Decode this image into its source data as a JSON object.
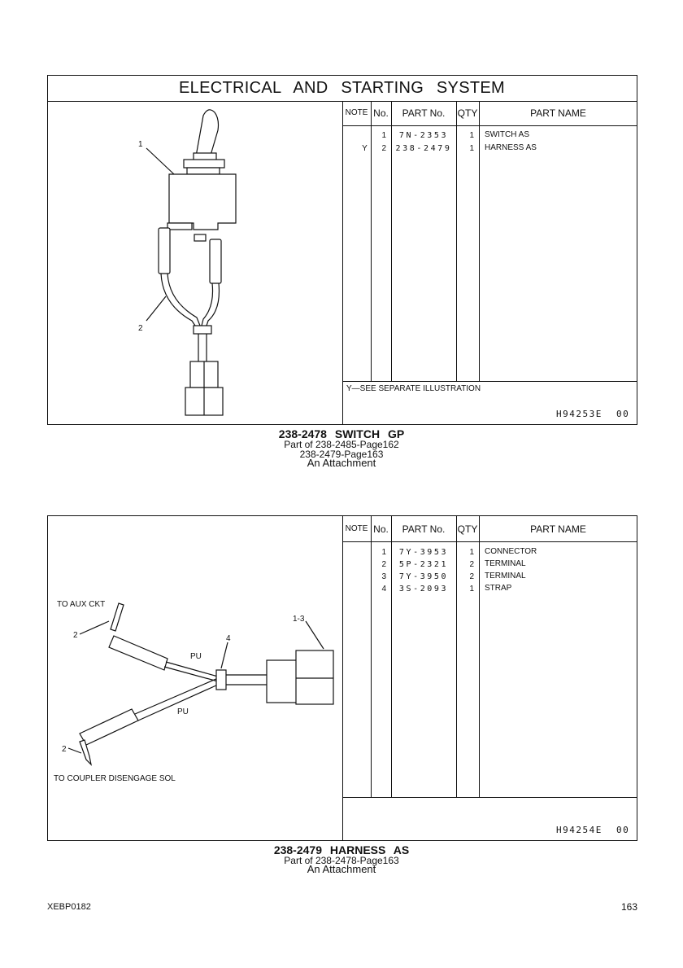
{
  "page": {
    "section_title": "ELECTRICAL AND STARTING SYSTEM",
    "footer_left": "XEBP0182",
    "footer_right": "163"
  },
  "table_headers": {
    "note": "NOTE",
    "no": "No.",
    "part_no": "PART No.",
    "qty": "QTY",
    "part_name": "PART NAME"
  },
  "group1": {
    "rows": [
      {
        "note": "",
        "no": "1",
        "part_no": "7N-2353",
        "qty": "1",
        "part_name": "SWITCH AS"
      },
      {
        "note": "Y",
        "no": "2",
        "part_no": "238-2479",
        "qty": "1",
        "part_name": "HARNESS AS"
      }
    ],
    "footnote": "Y—SEE SEPARATE ILLUSTRATION",
    "illustration_id": "H94253E",
    "illustration_rev": "00",
    "callouts": [
      "1",
      "2"
    ],
    "caption_title": "238-2478  SWITCH GP",
    "caption_lines": [
      "Part of 238-2485-Page162",
      "238-2479-Page163",
      "An Attachment"
    ]
  },
  "group2": {
    "rows": [
      {
        "note": "",
        "no": "1",
        "part_no": "7Y-3953",
        "qty": "1",
        "part_name": "CONNECTOR"
      },
      {
        "note": "",
        "no": "2",
        "part_no": "5P-2321",
        "qty": "2",
        "part_name": "TERMINAL"
      },
      {
        "note": "",
        "no": "3",
        "part_no": "7Y-3950",
        "qty": "2",
        "part_name": "TERMINAL"
      },
      {
        "note": "",
        "no": "4",
        "part_no": "3S-2093",
        "qty": "1",
        "part_name": "STRAP"
      }
    ],
    "illustration_id": "H94254E",
    "illustration_rev": "00",
    "labels": {
      "to_aux": "TO AUX CKT",
      "to_coupler": "TO COUPLER DISENGAGE SOL",
      "wire_upper": "PU",
      "wire_lower": "PU",
      "callout_terminal_top": "2",
      "callout_terminal_bottom": "2",
      "callout_strap": "4",
      "callout_connector": "1-3"
    },
    "caption_title": "238-2479  HARNESS AS",
    "caption_lines": [
      "Part of 238-2478-Page163",
      "An Attachment"
    ]
  }
}
